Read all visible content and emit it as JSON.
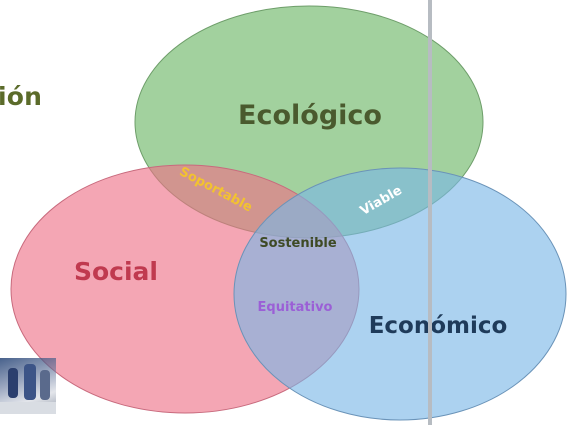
{
  "diagram": {
    "title_fragment": "ión",
    "sets": [
      {
        "id": "ecologico",
        "label": "Ecológico",
        "color": "#7ebf78"
      },
      {
        "id": "social",
        "label": "Social",
        "color": "#ee6f86"
      },
      {
        "id": "economico",
        "label": "Económico",
        "color": "#79b7e6"
      }
    ],
    "intersections": {
      "soportable": "Soportable",
      "viable": "Viable",
      "equitativo": "Equitativo",
      "sostenible": "Sostenible"
    },
    "colors": {
      "title": "#5b6b2a",
      "ecologico_text": "#4a5a2e",
      "social_text": "#c03a4f",
      "economico_text": "#1f3b5a",
      "soportable_text": "#f2c230",
      "viable_text": "#ffffff",
      "equitativo_text": "#9b5fd6",
      "sostenible_text": "#3e4a25"
    }
  }
}
